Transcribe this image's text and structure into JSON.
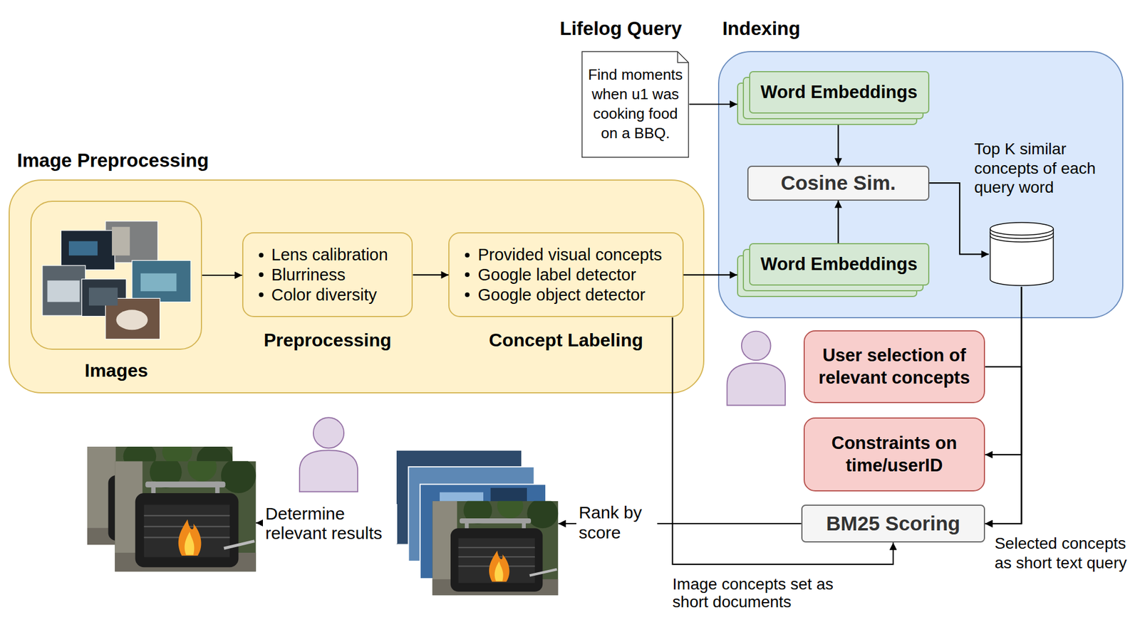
{
  "diagram": {
    "nodes": [
      {
        "text": [
          "Lifelog Query",
          "Find moments when u1 was cooking food on a BBQ."
        ]
      },
      {
        "text": [
          "Indexing"
        ]
      },
      {
        "text": [
          "Word Embeddings"
        ],
        "in": 1
      },
      {
        "text": [
          "Cosine Sim."
        ],
        "in": 1
      },
      {
        "text": [
          "Word Embeddings"
        ],
        "in": 1
      },
      {
        "text": [],
        "in": 1
      },
      {
        "text": [
          "Image Preprocessing"
        ]
      },
      {
        "text": [
          "Images"
        ],
        "in": 6
      },
      {
        "text": [
          "Lens calibration",
          "Blurriness",
          "Color diversity",
          "Preprocessing"
        ],
        "in": 6
      },
      {
        "text": [
          "Provided visual concepts",
          "Google label detector",
          "Google object detector",
          "Concept Labeling"
        ],
        "in": 6
      },
      {
        "text": [
          "User selection of relevant concepts"
        ]
      },
      {
        "text": [
          "Constraints on time/userID"
        ]
      },
      {
        "text": [
          "BM25 Scoring"
        ]
      },
      {
        "text": []
      },
      {
        "text": []
      }
    ],
    "edges": [
      {
        "from": 0,
        "to": 2,
        "arrow": "to"
      },
      {
        "from": 9,
        "to": 4,
        "arrow": "to"
      },
      {
        "from": 7,
        "to": 8,
        "arrow": "to"
      },
      {
        "from": 8,
        "to": 9,
        "arrow": "to"
      },
      {
        "from": 2,
        "to": 3,
        "arrow": "to"
      },
      {
        "from": 4,
        "to": 3,
        "arrow": "to"
      },
      {
        "from": 3,
        "to": 5,
        "arrow": "to",
        "label": "Top K similar concepts of each query word"
      },
      {
        "from": 10,
        "to": 12,
        "arrow": "to"
      },
      {
        "from": 5,
        "to": 11,
        "arrow": "to"
      },
      {
        "from": 5,
        "to": 12,
        "arrow": "to",
        "label": "Selected concepts as short text query"
      },
      {
        "from": 9,
        "to": 12,
        "arrow": "to",
        "label": "Image concepts set as short documents"
      },
      {
        "from": 12,
        "to": 13,
        "arrow": "to",
        "label": "Rank by score"
      },
      {
        "from": 13,
        "to": 14,
        "arrow": "to",
        "label": "Determine relevant results"
      }
    ]
  }
}
